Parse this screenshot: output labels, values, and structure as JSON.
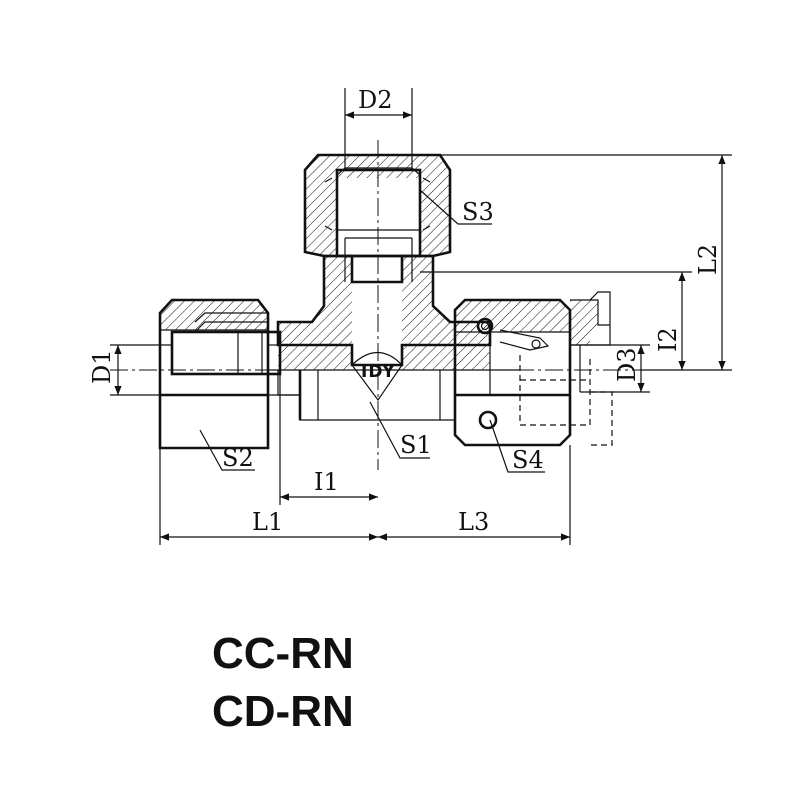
{
  "diagram": {
    "dimension_labels": {
      "d2": "D2",
      "s3": "S3",
      "l2": "L2",
      "i2": "I2",
      "d3": "D3",
      "d1": "D1",
      "s2": "S2",
      "s1": "S1",
      "s4": "S4",
      "i1": "I1",
      "l1": "L1",
      "l3": "L3"
    },
    "brand_mark": "IDY"
  },
  "part_codes": [
    "CC-RN",
    "CD-RN"
  ],
  "colors": {
    "line": "#111111",
    "background": "#ffffff"
  }
}
